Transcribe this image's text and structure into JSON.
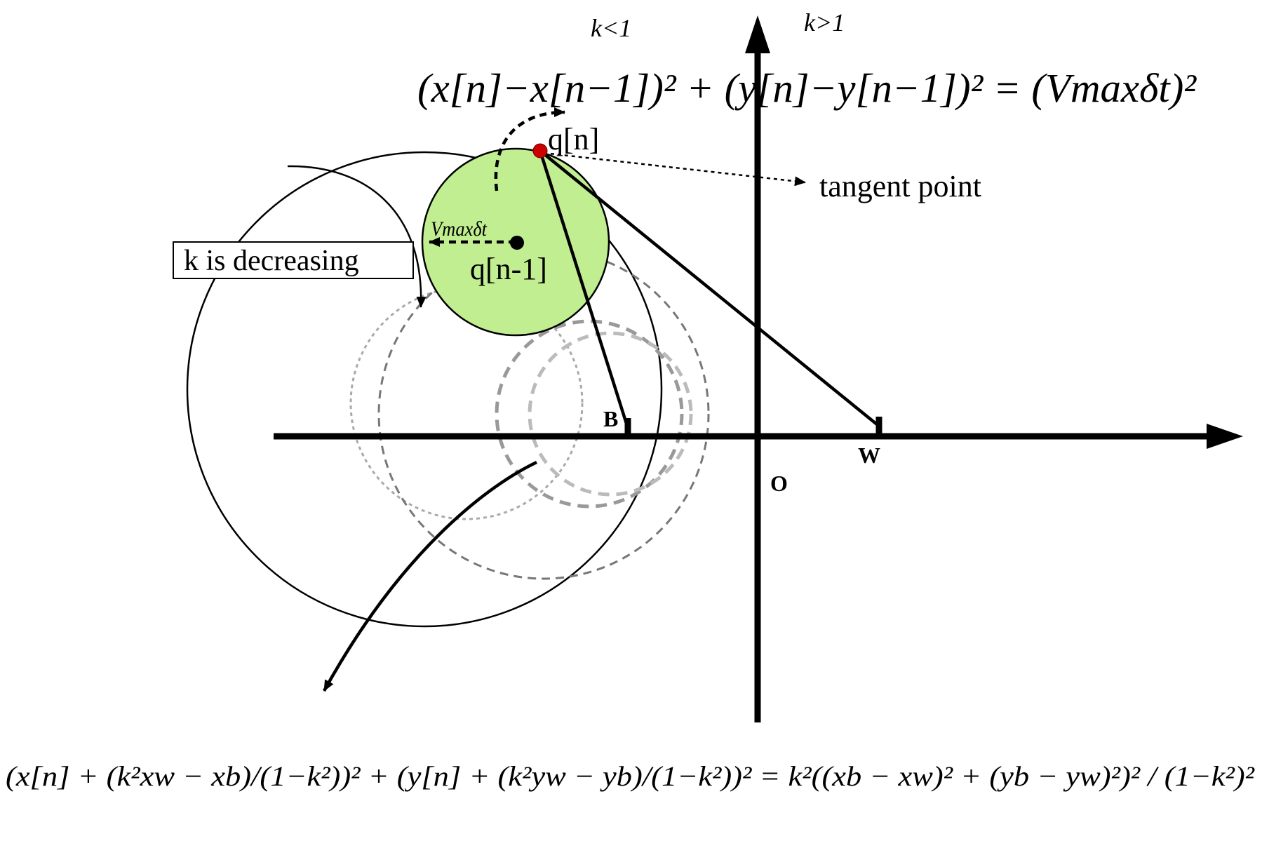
{
  "region_labels": {
    "left": "k<1",
    "right": "k>1"
  },
  "axes": {
    "origin_label": "O",
    "point_b_label": "B",
    "point_w_label": "W"
  },
  "points": {
    "current": "q[n]",
    "previous": "q[n-1]"
  },
  "annotations": {
    "tangent": "tangent point",
    "k_trend": "k is decreasing",
    "step_label": "Vmaxδt"
  },
  "colors": {
    "feasible_disk": "#c1ee91",
    "tangent_point": "#cc0000",
    "dashed_ring_1": "#aaaaaa",
    "dashed_ring_2": "#777777",
    "dashed_ring_3": "#999999",
    "dashed_ring_4": "#bbbbbb"
  },
  "equations": {
    "top": "(x[n]−x[n−1])² + (y[n]−y[n−1])² = (Vmaxδt)²",
    "bottom": "(x[n] + (k²xw − xb)/(1−k²))² + (y[n] + (k²yw − yb)/(1−k²))² = k²((xb − xw)² + (yb − yw)²)² / (1−k²)²"
  }
}
